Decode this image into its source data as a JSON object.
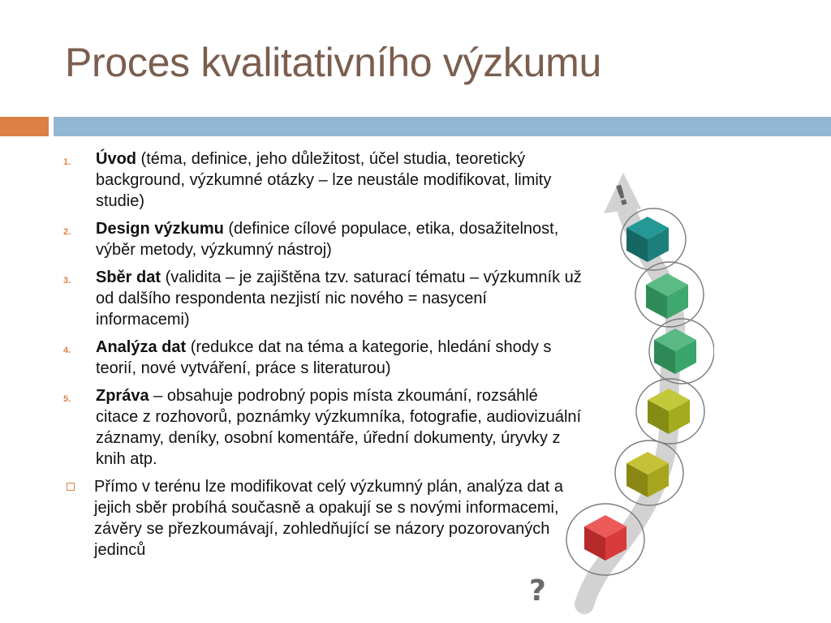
{
  "slide": {
    "title": "Proces kvalitativního výzkumu",
    "steps": [
      {
        "number": "1.",
        "term": "Úvod",
        "text": " (téma, definice, jeho důležitost, účel studia, teoretický background, výzkumné otázky – lze neustále modifikovat, limity studie)"
      },
      {
        "number": "2.",
        "term": "Design výzkumu",
        "text": " (definice cílové populace, etika, dosažitelnost, výběr metody, výzkumný nástroj)"
      },
      {
        "number": "3.",
        "term": "Sběr dat",
        "text": " (validita – je zajištěna tzv. saturací tématu – výzkumník už od dalšího respondenta nezjistí nic nového = nasycení informacemi)"
      },
      {
        "number": "4.",
        "term": "Analýza dat",
        "text": " (redukce dat na téma a kategorie, hledání shody s teorií, nové vytváření, práce s literaturou)"
      },
      {
        "number": "5.",
        "term": "Zpráva",
        "text": " – obsahuje podrobný popis místa zkoumání, rozsáhlé citace z rozhovorů, poznámky výzkumníka, fotografie, audiovizuální záznamy, deníky, osobní komentáře, úřední dokumenty, úryvky z knih atp."
      }
    ],
    "note": "Přímo v terénu lze modifikovat celý výzkumný plán, analýza dat a jejich sběr probíhá současně a opakují se s novými informacemi, závěry se přezkoumávají, zohledňující se názory pozorovaných jedinců",
    "illustration": {
      "top_symbol": "!",
      "bottom_symbol": "?",
      "cube_colors": [
        "#1d7f7b",
        "#3fa86e",
        "#3aa56a",
        "#a3ac1c",
        "#a7a51b",
        "#d93a3a"
      ]
    }
  },
  "colors": {
    "title": "#7b5e4f",
    "accent_orange": "#dd8046",
    "accent_blue": "#93b6d2"
  }
}
